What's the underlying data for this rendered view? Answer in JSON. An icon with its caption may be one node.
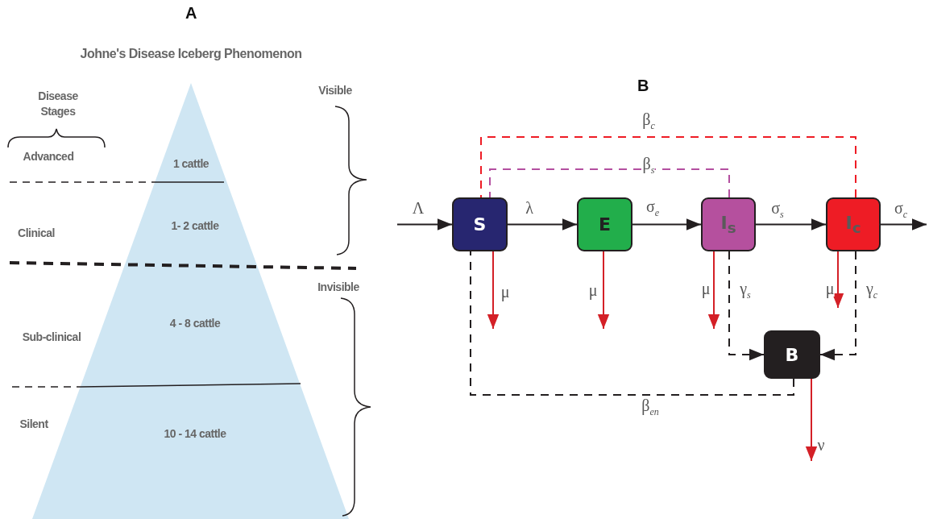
{
  "diagram": {
    "title": "Johne's Disease Iceberg Phenomenon",
    "nodes": [
      {
        "text": [
          "S"
        ]
      },
      {
        "text": [
          "E"
        ]
      },
      {
        "text": [
          "I$_{s}$"
        ]
      },
      {
        "text": [
          "I$_{c}$"
        ]
      },
      {
        "text": [
          "B"
        ]
      }
    ],
    "edges": [
      {
        "from": null,
        "to": 0,
        "arrow": "to",
        "label": "Λ"
      },
      {
        "from": 0,
        "to": 1,
        "arrow": "to",
        "label": "λ"
      },
      {
        "from": 1,
        "to": 2,
        "arrow": "to",
        "label": "σ$_{e}$"
      },
      {
        "from": 2,
        "to": 3,
        "arrow": "to",
        "label": "σ$_{s}$"
      },
      {
        "from": 3,
        "to": null,
        "arrow": "to",
        "label": "σ$_{c}$"
      },
      {
        "from": 3,
        "to": 0,
        "arrow": "none",
        "label": "β$_{c}$",
        "style": "dashed",
        "color": "#ee1c25"
      },
      {
        "from": 2,
        "to": 0,
        "arrow": "none",
        "label": "β$_{s}$",
        "style": "dashed",
        "color": "#b44fa0"
      },
      {
        "from": 0,
        "to": null,
        "arrow": "to",
        "label": "μ",
        "color": "#d42027"
      },
      {
        "from": 1,
        "to": null,
        "arrow": "to",
        "label": "μ",
        "color": "#d42027"
      },
      {
        "from": 2,
        "to": null,
        "arrow": "to",
        "label": "μ",
        "color": "#d42027"
      },
      {
        "from": 2,
        "to": 4,
        "arrow": "to",
        "label": "γ$_{s}$",
        "style": "dashed"
      },
      {
        "from": 3,
        "to": null,
        "arrow": "to",
        "label": "μ",
        "color": "#d42027"
      },
      {
        "from": 3,
        "to": 4,
        "arrow": "to",
        "label": "γ$_{c}$",
        "style": "dashed"
      },
      {
        "from": 4,
        "to": null,
        "arrow": "to",
        "label": "ν",
        "color": "#d42027"
      },
      {
        "from": 4,
        "to": 0,
        "arrow": "none",
        "label": "β$_{en}$",
        "style": "dashed"
      }
    ],
    "labels": [
      "A",
      "Disease Stages",
      "Advanced",
      "1 cattle",
      "Visible",
      "Clinical",
      "1- 2 cattle",
      "Invisible",
      "Sub-clinical",
      "4 - 8 cattle",
      "Silent",
      "10 - 14 cattle",
      "B"
    ]
  }
}
